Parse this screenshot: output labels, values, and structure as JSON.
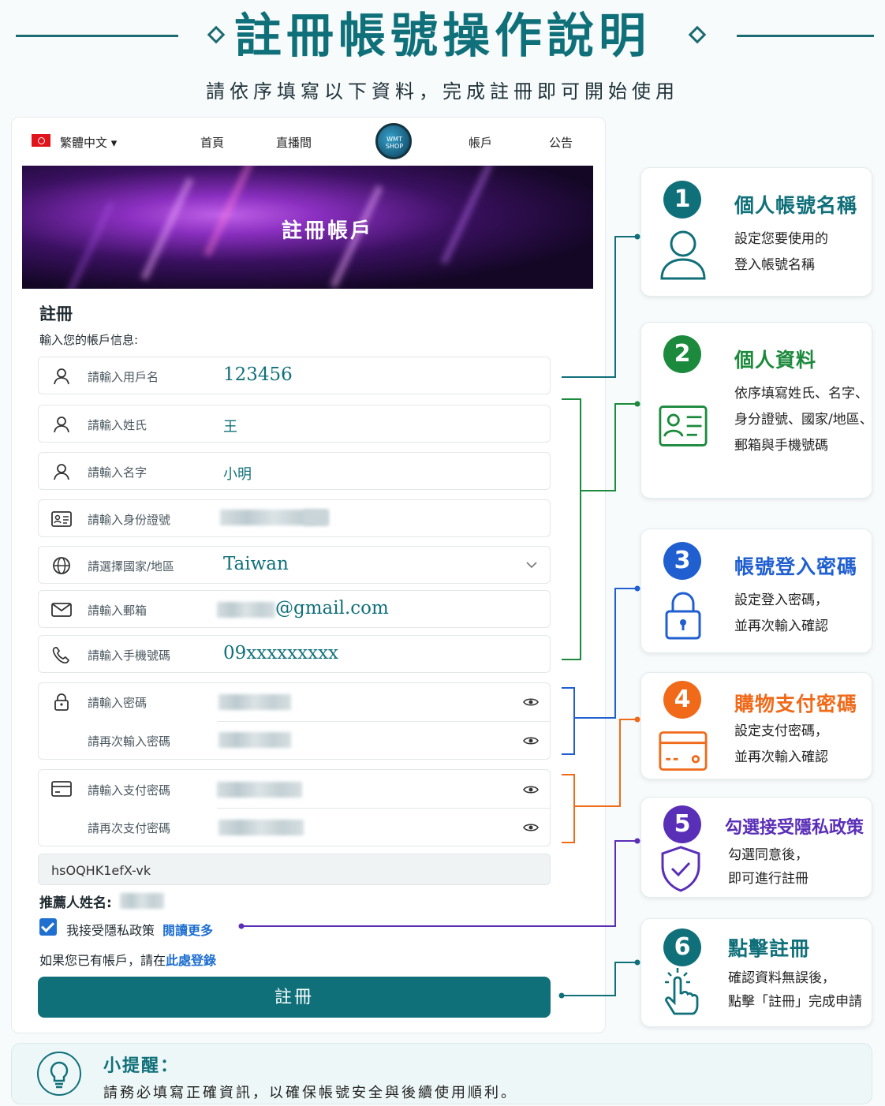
{
  "header": {
    "title": "註冊帳號操作說明",
    "subtitle": "請依序填寫以下資料，完成註冊即可開始使用"
  },
  "nav": {
    "language": "繁體中文",
    "items": [
      "首頁",
      "直播間",
      "帳戶",
      "公告"
    ],
    "logo_text": "WMT SHOP"
  },
  "banner": {
    "title": "註冊帳戶"
  },
  "form": {
    "heading": "註冊",
    "subheading": "輸入您的帳戶信息:",
    "username": {
      "placeholder": "請輸入用戶名",
      "value": "123456"
    },
    "surname": {
      "placeholder": "請輸入姓氏",
      "value": "王"
    },
    "given_name": {
      "placeholder": "請輸入名字",
      "value": "小明"
    },
    "id_number": {
      "placeholder": "請輸入身份證號"
    },
    "country": {
      "placeholder": "請選擇國家/地區",
      "value": "Taiwan"
    },
    "email": {
      "placeholder": "請輸入郵箱",
      "value": "@gmail.com"
    },
    "phone": {
      "placeholder": "請輸入手機號碼",
      "value": "09xxxxxxxxx"
    },
    "password": {
      "placeholder": "請輸入密碼",
      "confirm_placeholder": "請再次輸入密碼"
    },
    "payment_password": {
      "placeholder": "請輸入支付密碼",
      "confirm_placeholder": "請再次支付密碼"
    },
    "referral_code": "hsOQHK1efX-vk",
    "referrer_label": "推薦人姓名:",
    "privacy_text": "我接受隱私政策",
    "privacy_link": "閱讀更多",
    "login_prefix": "如果您已有帳戶，請在",
    "login_link": "此處登錄",
    "submit": "註冊"
  },
  "steps": [
    {
      "num": "1",
      "title": "個人帳號名稱",
      "desc": [
        "設定您要使用的",
        "登入帳號名稱"
      ],
      "color": "#10707a",
      "icon": "user-icon"
    },
    {
      "num": "2",
      "title": "個人資料",
      "desc": [
        "依序填寫姓氏、名字、",
        "身分證號、國家/地區、",
        "郵箱與手機號碼"
      ],
      "color": "#1c8a3c",
      "icon": "id-card-icon"
    },
    {
      "num": "3",
      "title": "帳號登入密碼",
      "desc": [
        "設定登入密碼，",
        "並再次輸入確認"
      ],
      "color": "#1f5fd0",
      "icon": "lock-icon"
    },
    {
      "num": "4",
      "title": "購物支付密碼",
      "desc": [
        "設定支付密碼，",
        "並再次輸入確認"
      ],
      "color": "#f06a1a",
      "icon": "credit-card-icon"
    },
    {
      "num": "5",
      "title": "勾選接受隱私政策",
      "desc": [
        "勾選同意後，",
        "即可進行註冊"
      ],
      "color": "#5a2fb8",
      "icon": "shield-check-icon"
    },
    {
      "num": "6",
      "title": "點擊註冊",
      "desc": [
        "確認資料無誤後，",
        "點擊「註冊」完成申請"
      ],
      "color": "#10707a",
      "icon": "hand-pointer-icon"
    }
  ],
  "tip": {
    "title": "小提醒：",
    "text": "請務必填寫正確資訊，以確保帳號安全與後續使用順利。"
  }
}
